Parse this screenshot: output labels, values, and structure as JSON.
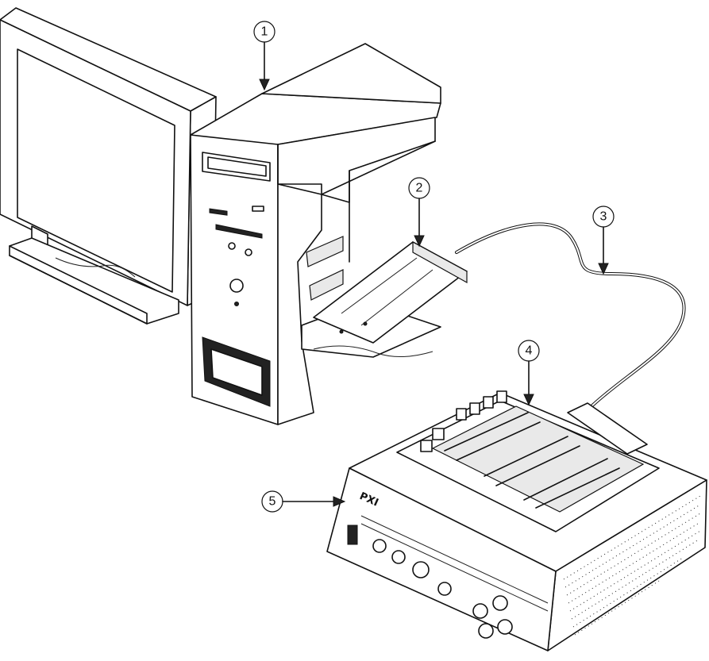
{
  "callouts": [
    {
      "id": "1",
      "label": "1"
    },
    {
      "id": "2",
      "label": "2"
    },
    {
      "id": "3",
      "label": "3"
    },
    {
      "id": "4",
      "label": "4"
    },
    {
      "id": "5",
      "label": "5"
    }
  ],
  "device_logo": "PXI"
}
